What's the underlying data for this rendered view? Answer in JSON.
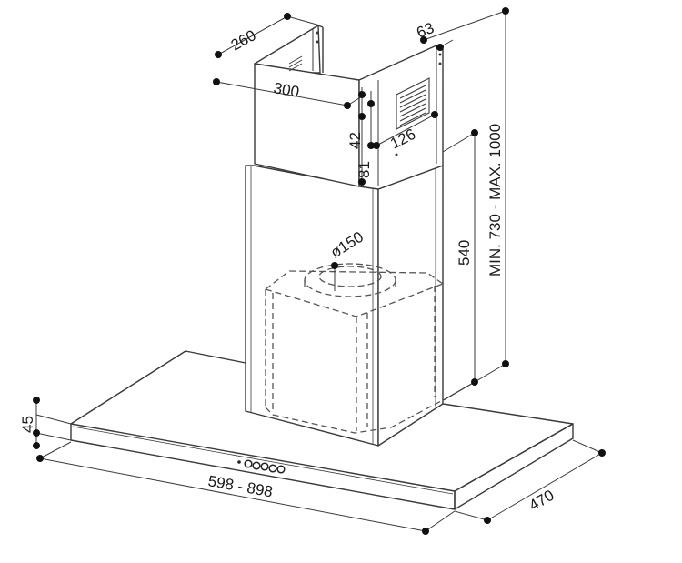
{
  "drawing": {
    "type": "technical-dimension-drawing",
    "subject": "chimney cooker hood",
    "line_color": "#3a3a3a",
    "hidden_line_color": "#555555",
    "dimensions": {
      "chimney_depth": "260",
      "chimney_width": "300",
      "vent_offset": "63",
      "vent_height": "42",
      "vent_width": "126",
      "chimney_lower": "81",
      "diameter": "ø150",
      "body_height": "540",
      "total_height": "MIN. 730 - MAX. 1000",
      "canopy_thickness": "45",
      "canopy_width": "598 - 898",
      "canopy_depth": "470"
    },
    "control_panel_buttons": 5
  }
}
